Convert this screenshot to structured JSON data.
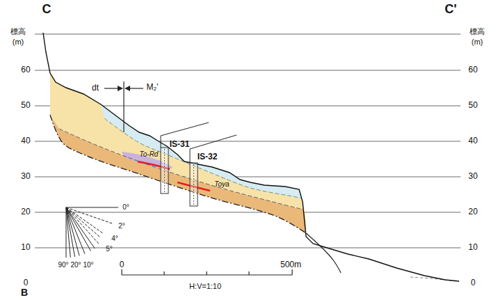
{
  "diagram": {
    "labels": [
      "C",
      "C'",
      "標高",
      "(m)",
      "標高",
      "(m)",
      "60",
      "50",
      "40",
      "30",
      "20",
      "10",
      "0",
      "60",
      "50",
      "40",
      "30",
      "20",
      "10",
      "0",
      "dt",
      "M₂'",
      "IS-31",
      "IS-32",
      "To-Rd",
      "Toya",
      "0°",
      "2°",
      "4°",
      "5°",
      "10°",
      "20°",
      "90°",
      "0",
      "500m",
      "H:V=1:10",
      "B"
    ]
  }
}
